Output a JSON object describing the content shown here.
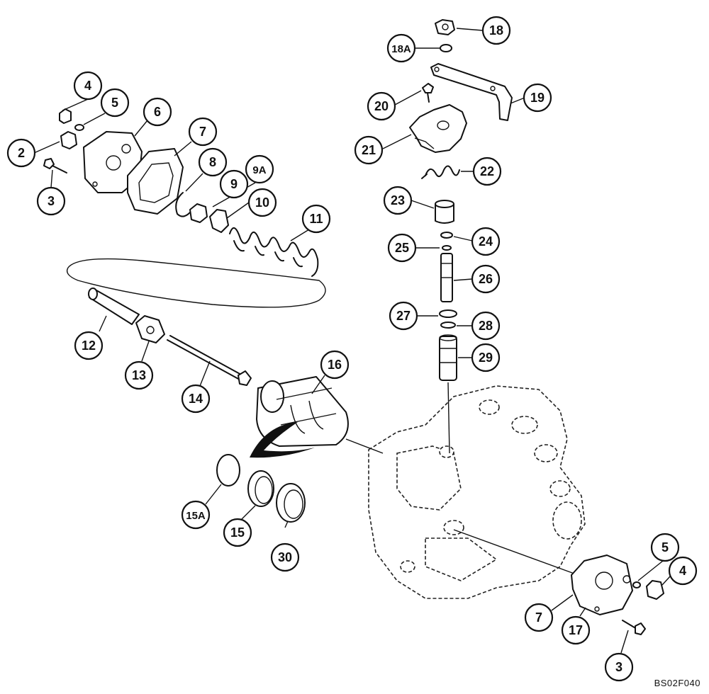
{
  "diagram": {
    "callouts": [
      {
        "id": "c18",
        "label": "18"
      },
      {
        "id": "c18a",
        "label": "18A"
      },
      {
        "id": "c19",
        "label": "19"
      },
      {
        "id": "c20",
        "label": "20"
      },
      {
        "id": "c21",
        "label": "21"
      },
      {
        "id": "c22",
        "label": "22"
      },
      {
        "id": "c23",
        "label": "23"
      },
      {
        "id": "c24",
        "label": "24"
      },
      {
        "id": "c25",
        "label": "25"
      },
      {
        "id": "c26",
        "label": "26"
      },
      {
        "id": "c27",
        "label": "27"
      },
      {
        "id": "c28",
        "label": "28"
      },
      {
        "id": "c29",
        "label": "29"
      },
      {
        "id": "c4a",
        "label": "4"
      },
      {
        "id": "c5a",
        "label": "5"
      },
      {
        "id": "c6",
        "label": "6"
      },
      {
        "id": "c2",
        "label": "2"
      },
      {
        "id": "c3a",
        "label": "3"
      },
      {
        "id": "c7a",
        "label": "7"
      },
      {
        "id": "c8",
        "label": "8"
      },
      {
        "id": "c9a",
        "label": "9A"
      },
      {
        "id": "c9",
        "label": "9"
      },
      {
        "id": "c10",
        "label": "10"
      },
      {
        "id": "c11",
        "label": "11"
      },
      {
        "id": "c12",
        "label": "12"
      },
      {
        "id": "c13",
        "label": "13"
      },
      {
        "id": "c14",
        "label": "14"
      },
      {
        "id": "c16",
        "label": "16"
      },
      {
        "id": "c15a",
        "label": "15A"
      },
      {
        "id": "c15",
        "label": "15"
      },
      {
        "id": "c30",
        "label": "30"
      },
      {
        "id": "c5b",
        "label": "5"
      },
      {
        "id": "c4b",
        "label": "4"
      },
      {
        "id": "c7b",
        "label": "7"
      },
      {
        "id": "c17",
        "label": "17"
      },
      {
        "id": "c3b",
        "label": "3"
      }
    ],
    "reference_code": "BS02F040"
  }
}
